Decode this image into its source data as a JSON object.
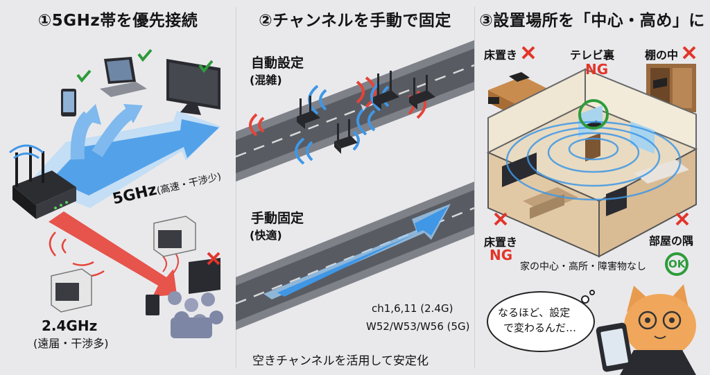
{
  "panel1": {
    "title": "①5GHz帯を優先接続",
    "band5_label": "5GHz",
    "band5_sub": "(高速・干渉少)",
    "band24_label": "2.4GHz",
    "band24_sub": "(遠届・干渉多)"
  },
  "panel2": {
    "title": "②チャンネルを手動で固定",
    "auto_label": "自動設定",
    "auto_sub": "(混雑)",
    "manual_label": "手動固定",
    "manual_sub": "(快適)",
    "channels_24": "ch1,6,11 (2.4G)",
    "channels_5": "W52/W53/W56 (5G)",
    "footer": "空きチャンネルを活用して安定化"
  },
  "panel3": {
    "title": "③設置場所を「中心・高め」に",
    "floor_label": "床置き",
    "tv_back_label": "テレビ裏",
    "tv_back_ng": "NG",
    "shelf_label": "棚の中",
    "floor2_label": "床置き",
    "floor2_ng": "NG",
    "corner_label": "部屋の隅",
    "center_label": "家の中心・高所・障害物なし",
    "ok_label": "OK",
    "bubble_line1": "なるほど、設定",
    "bubble_line2": "で変わるんだ…"
  },
  "colors": {
    "ok_green": "#2e9b3a",
    "ng_red": "#e2352a",
    "wave_blue": "#3f97e6",
    "wave_red": "#e5443a"
  }
}
